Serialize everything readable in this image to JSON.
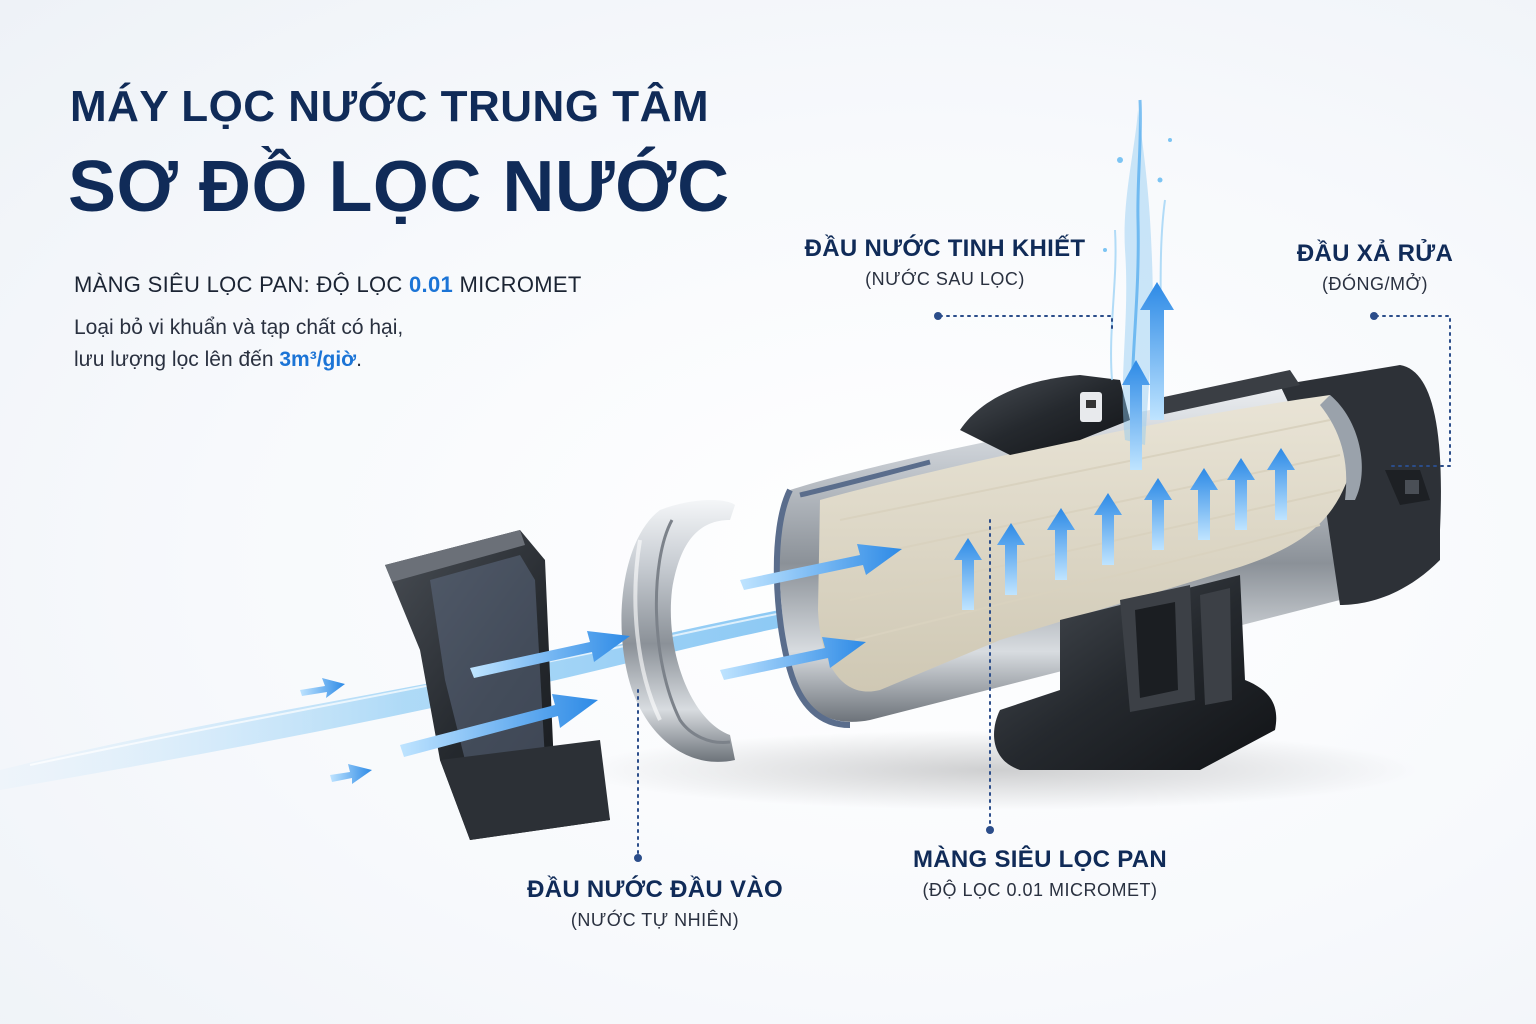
{
  "header": {
    "title_line1": "MÁY LỌC NƯỚC TRUNG TÂM",
    "title_line2": "SƠ ĐỒ LỌC NƯỚC"
  },
  "spec": {
    "prefix": "MÀNG SIÊU LỌC PAN: ĐỘ LỌC ",
    "value": "0.01",
    "suffix": " MICROMET"
  },
  "description": {
    "line1": "Loại bỏ vi khuẩn và tạp chất có hại,",
    "line2_prefix": "lưu lượng lọc lên đến ",
    "line2_value": "3m³/giờ",
    "line2_suffix": "."
  },
  "labels": {
    "outlet": {
      "title": "ĐẦU NƯỚC TINH KHIẾT",
      "subtitle": "(NƯỚC SAU LỌC)"
    },
    "flush": {
      "title": "ĐẦU XẢ RỬA",
      "subtitle": "(ĐÓNG/MỞ)"
    },
    "inlet": {
      "title": "ĐẦU NƯỚC ĐẦU VÀO",
      "subtitle": "(NƯỚC TỰ NHIÊN)"
    },
    "membrane": {
      "title": "MÀNG SIÊU LỌC PAN",
      "subtitle": "(ĐỘ LỌC 0.01 MICROMET)"
    }
  },
  "colors": {
    "title": "#102b58",
    "accent": "#1b74d6",
    "water": "#4aa8ee",
    "leader_line": "#2b4d8a"
  }
}
